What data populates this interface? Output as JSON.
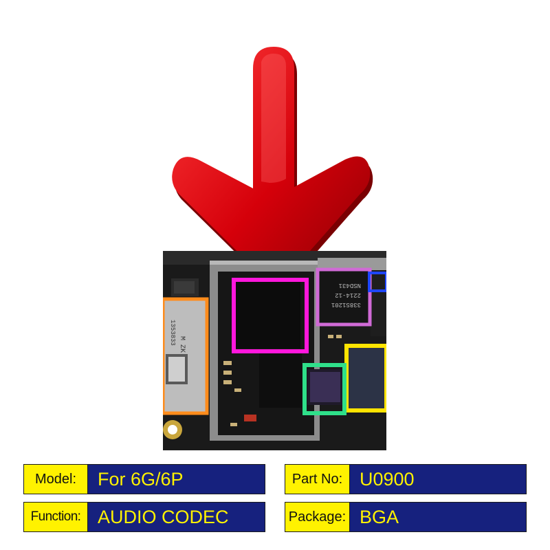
{
  "specs": {
    "model": {
      "label": "Model:",
      "value": "For 6G/6P"
    },
    "function": {
      "label": "Function:",
      "value": "AUDIO CODEC"
    },
    "part_no": {
      "label": "Part No:",
      "value": "U0900"
    },
    "package": {
      "label": "Package:",
      "value": "BGA"
    }
  },
  "chip_markings": {
    "pink_chip": [
      "338S1201",
      "2214-12",
      "NSD431"
    ],
    "shield_lines": [
      "M ZK",
      "1353833"
    ]
  },
  "highlight_colors": {
    "target_chip": "#ff17dc",
    "pink_chip": "#d06ad6",
    "orange_area": "#ff8c1c",
    "yellow_area": "#ffe400",
    "green_chip": "#2fe08a",
    "blue_edge": "#1f46ff"
  },
  "arrow": {
    "color": "#cc0006",
    "direction": "down",
    "icon": "down-arrow-icon"
  }
}
